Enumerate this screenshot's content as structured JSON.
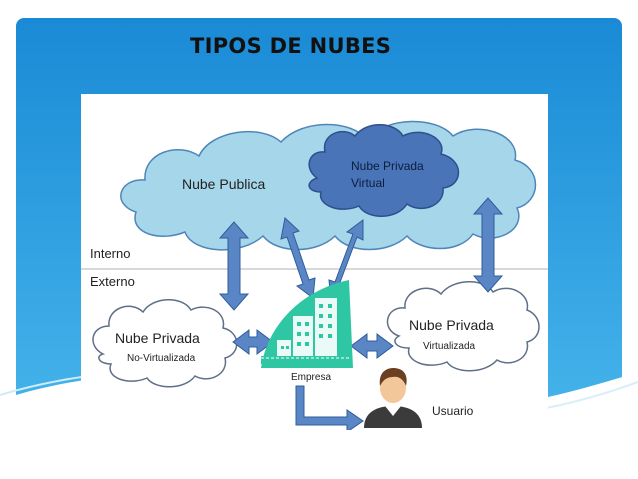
{
  "slide": {
    "title": "TIPOS DE NUBES"
  },
  "diagram": {
    "zones": {
      "interno": "Interno",
      "externo": "Externo"
    },
    "clouds": {
      "public": "Nube Publica",
      "private_virtual_line1": "Nube Privada",
      "private_virtual_line2": "Virtual",
      "private_nonvirtual_title": "Nube Privada",
      "private_nonvirtual_sub": "No-Virtualizada",
      "private_virtualized_title": "Nube Privada",
      "private_virtualized_sub": "Virtualizada"
    },
    "nodes": {
      "company": "Empresa",
      "user": "Usuario"
    }
  },
  "colors": {
    "slide_blue": "#1f8fd6",
    "public_cloud": "#a6d6ea",
    "private_virtual_cloud": "#4a74b8",
    "arrow": "#5a86c6",
    "building": "#2fc6a4"
  }
}
